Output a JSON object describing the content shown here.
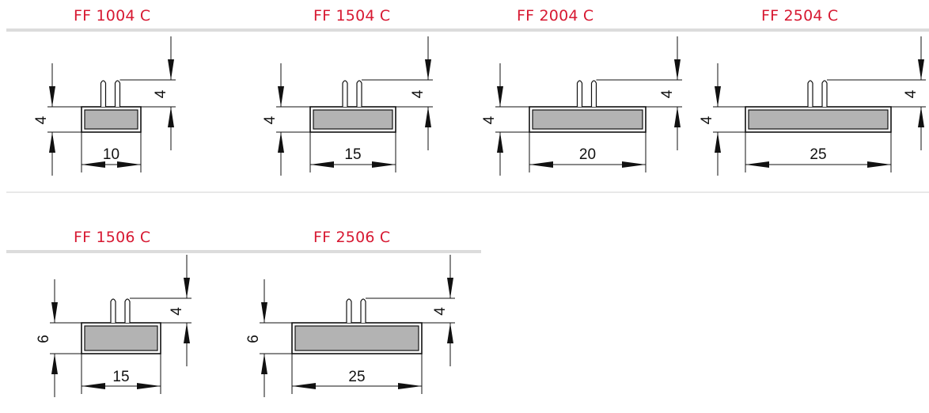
{
  "colors": {
    "title": "#d71932",
    "profile_fill": "#b3b3b3",
    "line": "#111111",
    "divider": "#dcdcdc"
  },
  "rows": [
    {
      "profiles": [
        {
          "title": "FF 1004 C",
          "width_label": "10",
          "height_label": "4",
          "clip_label": "4"
        },
        {
          "title": "FF 1504 C",
          "width_label": "15",
          "height_label": "4",
          "clip_label": "4"
        },
        {
          "title": "FF 2004 C",
          "width_label": "20",
          "height_label": "4",
          "clip_label": "4"
        },
        {
          "title": "FF 2504 C",
          "width_label": "25",
          "height_label": "4",
          "clip_label": "4"
        }
      ]
    },
    {
      "profiles": [
        {
          "title": "FF 1506 C",
          "width_label": "15",
          "height_label": "6",
          "clip_label": "4"
        },
        {
          "title": "FF 2506 C",
          "width_label": "25",
          "height_label": "6",
          "clip_label": "4"
        }
      ]
    }
  ]
}
